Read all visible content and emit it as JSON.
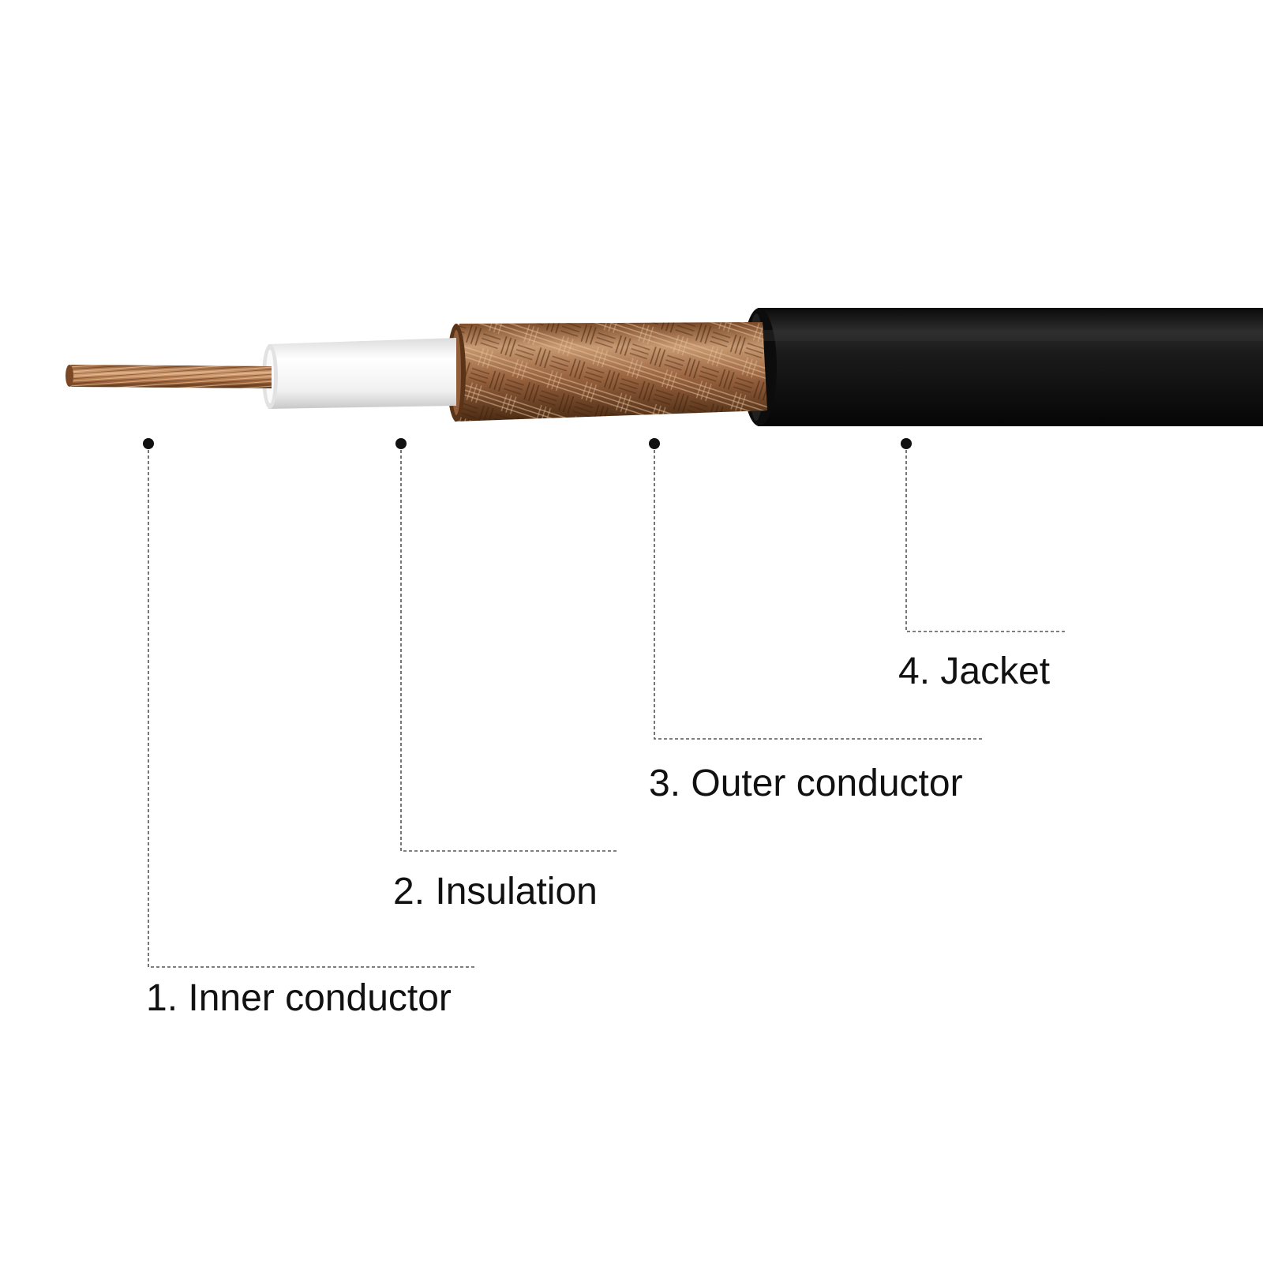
{
  "parts": [
    {
      "id": "inner-conductor",
      "label": "1. Inner conductor"
    },
    {
      "id": "insulation",
      "label": "2. Insulation"
    },
    {
      "id": "outer-conductor",
      "label": "3. Outer conductor"
    },
    {
      "id": "jacket",
      "label": "4. Jacket"
    }
  ],
  "colors": {
    "background": "#ffffff",
    "text": "#111111",
    "leader": "#555555",
    "copper": "#b0784a",
    "copper_dark": "#5a3418",
    "insulation": "#f4f4f4",
    "jacket": "#151515"
  }
}
